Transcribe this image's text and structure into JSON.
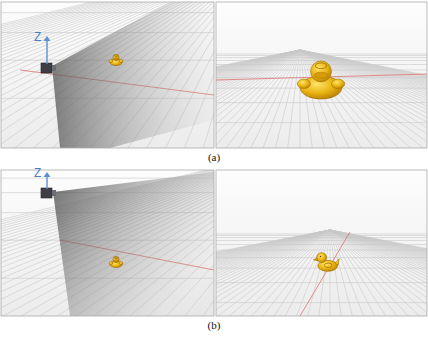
{
  "diagram": {
    "labels": [
      "Z",
      "(a)",
      "Z",
      "(b)"
    ]
  }
}
